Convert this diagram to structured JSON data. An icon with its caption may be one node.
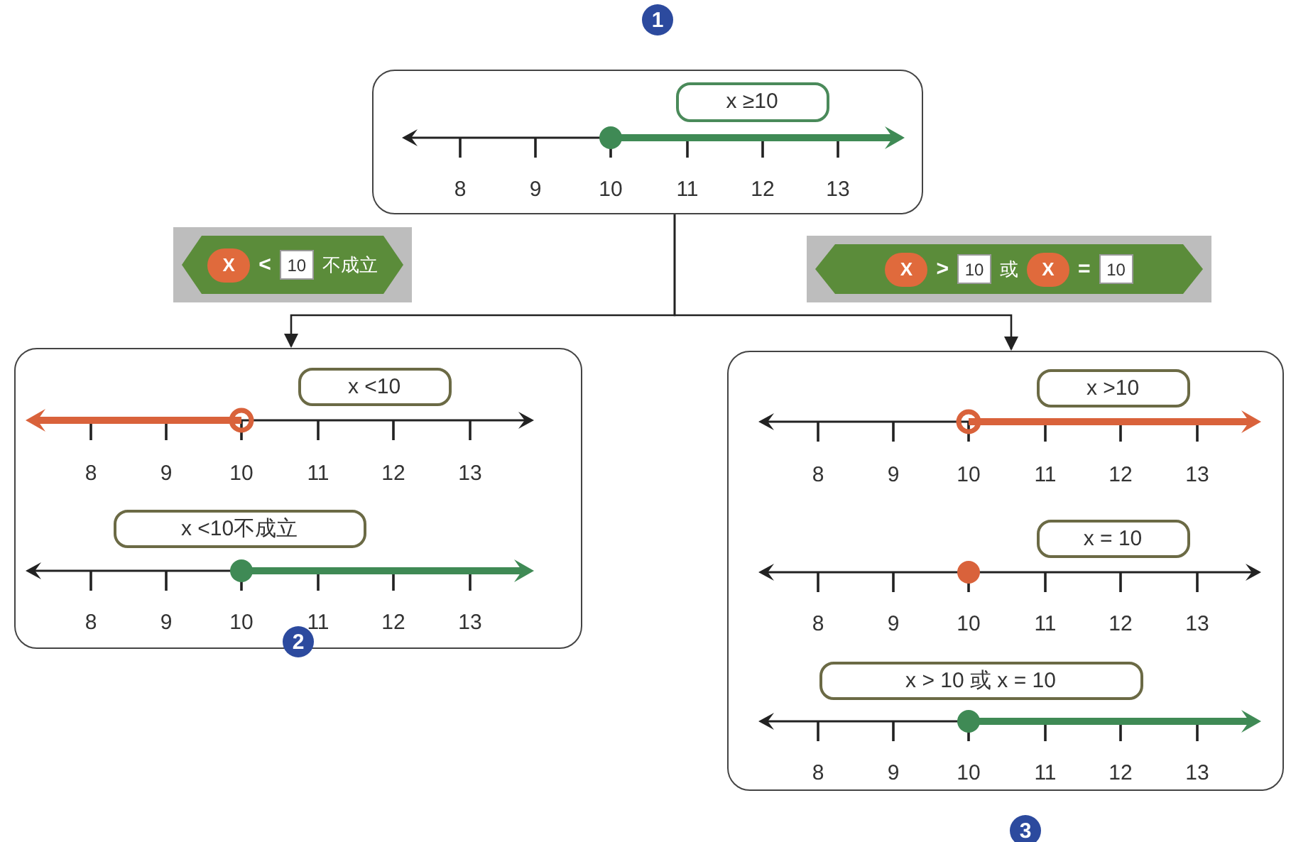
{
  "diagram": {
    "nodes": [
      {
        "text": [],
        "shape": "box",
        "beside": [
          "1"
        ]
      },
      {
        "text": [
          "x ≥10"
        ],
        "in": 0
      },
      {
        "text": [
          "X",
          "<",
          "10",
          "不成立"
        ]
      },
      {
        "text": [
          "X",
          ">",
          "10",
          "或",
          "X",
          "=",
          "10"
        ]
      },
      {
        "text": [],
        "shape": "box",
        "beside": [
          "2"
        ]
      },
      {
        "text": [
          "x <10"
        ],
        "in": 4
      },
      {
        "text": [
          "x <10不成立"
        ],
        "in": 4
      },
      {
        "text": [],
        "shape": "box",
        "beside": [
          "3"
        ]
      },
      {
        "text": [
          "x >10"
        ],
        "in": 7
      },
      {
        "text": [
          "x = 10"
        ],
        "in": 7
      },
      {
        "text": [
          "x > 10 或 x = 10"
        ],
        "in": 7
      }
    ],
    "edges": [
      {
        "from": 0,
        "to": 4,
        "arrow": "to"
      },
      {
        "from": 0,
        "to": 7,
        "arrow": "to"
      }
    ],
    "labels": [
      "8",
      "9",
      "10",
      "11",
      "12",
      "13",
      "8",
      "9",
      "10",
      "11",
      "12",
      "13",
      "8",
      "9",
      "10",
      "11",
      "12",
      "13",
      "8",
      "9",
      "10",
      "11",
      "12",
      "13",
      "8",
      "9",
      "10",
      "11",
      "12",
      "13",
      "8",
      "9",
      "10",
      "11",
      "12",
      "13"
    ]
  }
}
